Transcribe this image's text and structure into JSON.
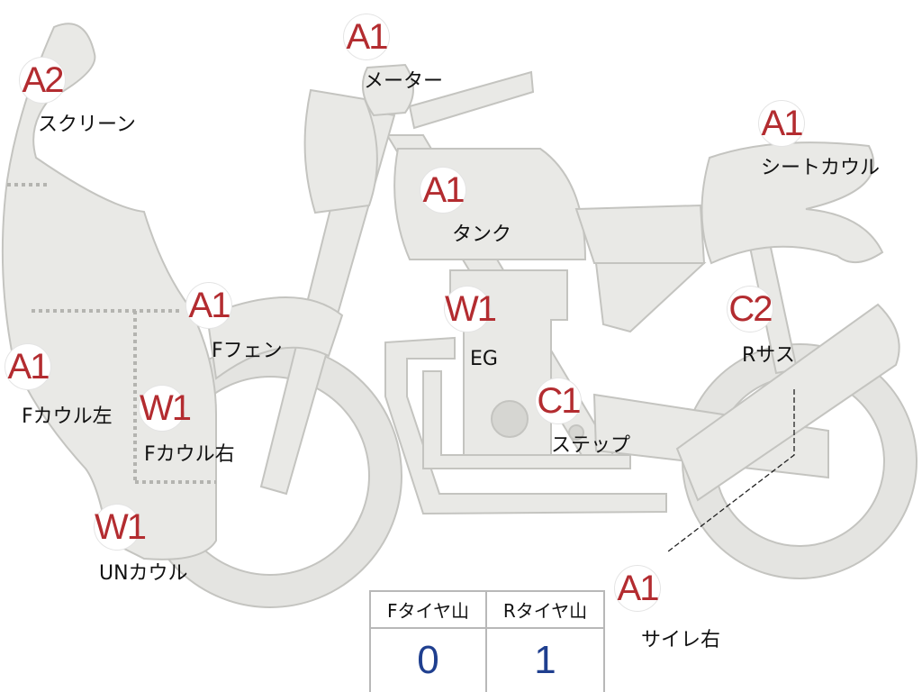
{
  "parts": [
    {
      "id": "screen",
      "grade": "A2",
      "label": "スクリーン"
    },
    {
      "id": "meter",
      "grade": "A1",
      "label": "メーター"
    },
    {
      "id": "seat-cowl",
      "grade": "A1",
      "label": "シートカウル"
    },
    {
      "id": "tank",
      "grade": "A1",
      "label": "タンク"
    },
    {
      "id": "f-fender",
      "grade": "A1",
      "label": "Fフェン"
    },
    {
      "id": "engine",
      "grade": "W1",
      "label": "EG"
    },
    {
      "id": "r-suspension",
      "grade": "C2",
      "label": "Rサス"
    },
    {
      "id": "f-cowl-left",
      "grade": "A1",
      "label": "Fカウル左"
    },
    {
      "id": "f-cowl-right",
      "grade": "W1",
      "label": "Fカウル右"
    },
    {
      "id": "step",
      "grade": "C1",
      "label": "ステップ"
    },
    {
      "id": "under-cowl",
      "grade": "W1",
      "label": "UNカウル"
    },
    {
      "id": "silencer-right",
      "grade": "A1",
      "label": "サイレ右"
    }
  ],
  "tyre_table": {
    "headers": [
      "Fタイヤ山",
      "Rタイヤ山"
    ],
    "values": [
      "0",
      "1"
    ]
  }
}
